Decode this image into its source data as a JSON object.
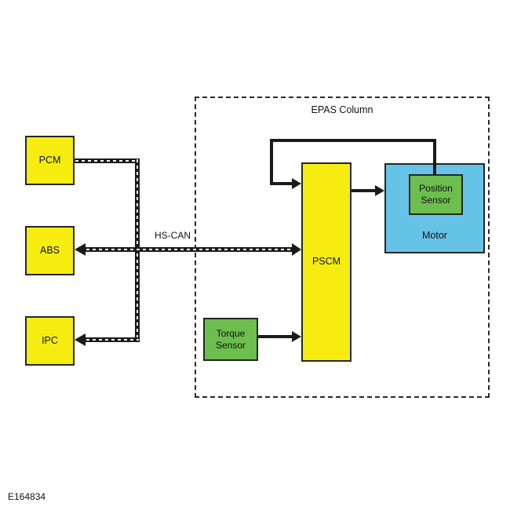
{
  "figure_code": "E164834",
  "epas_container": {
    "label": "EPAS Column"
  },
  "bus": {
    "label": "HS-CAN"
  },
  "modules": {
    "pcm": {
      "label": "PCM"
    },
    "abs": {
      "label": "ABS"
    },
    "ipc": {
      "label": "IPC"
    },
    "pscm": {
      "label": "PSCM"
    },
    "motor": {
      "label": "Motor"
    },
    "position_sensor": {
      "label": "Position Sensor"
    },
    "torque_sensor": {
      "label": "Torque Sensor"
    }
  },
  "colors": {
    "module_yellow": "#f7ec0f",
    "sensor_green": "#6cbe4e",
    "motor_blue": "#66c3e8",
    "line_black": "#1a1a1a",
    "background": "#ffffff"
  }
}
